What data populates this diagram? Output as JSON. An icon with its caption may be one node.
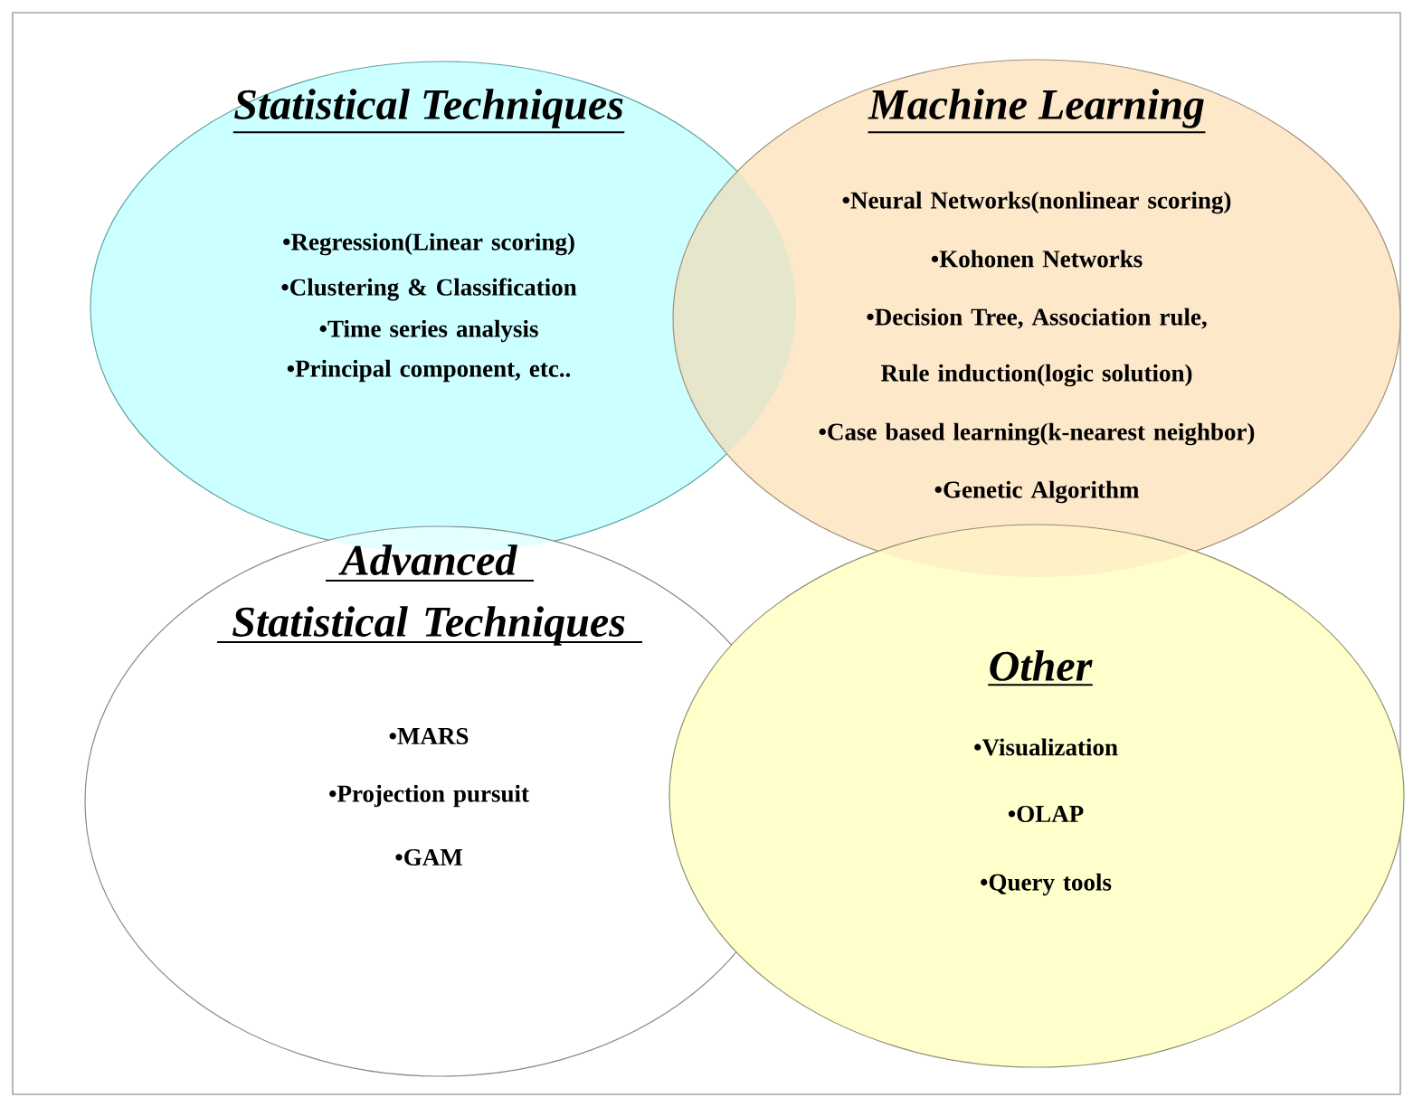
{
  "diagram": {
    "nodes": [
      {
        "text": [
          "Statistical Techniques",
          "•Regression(Linear scoring)",
          "•Clustering & Classification",
          "•Time series analysis",
          "•Principal component, etc.."
        ]
      },
      {
        "text": [
          "Machine Learning",
          "•Neural Networks(nonlinear scoring)",
          "•Kohonen Networks",
          "•Decision Tree, Association rule, Rule induction(logic solution)",
          "•Case based learning(k-nearest neighbor)",
          "•Genetic Algorithm"
        ]
      },
      {
        "text": [
          "Advanced Statistical Techniques",
          "•MARS",
          "•Projection pursuit",
          "•GAM"
        ]
      },
      {
        "text": [
          "Other",
          "•Visualization",
          "•OLAP",
          "•Query tools"
        ]
      }
    ]
  }
}
